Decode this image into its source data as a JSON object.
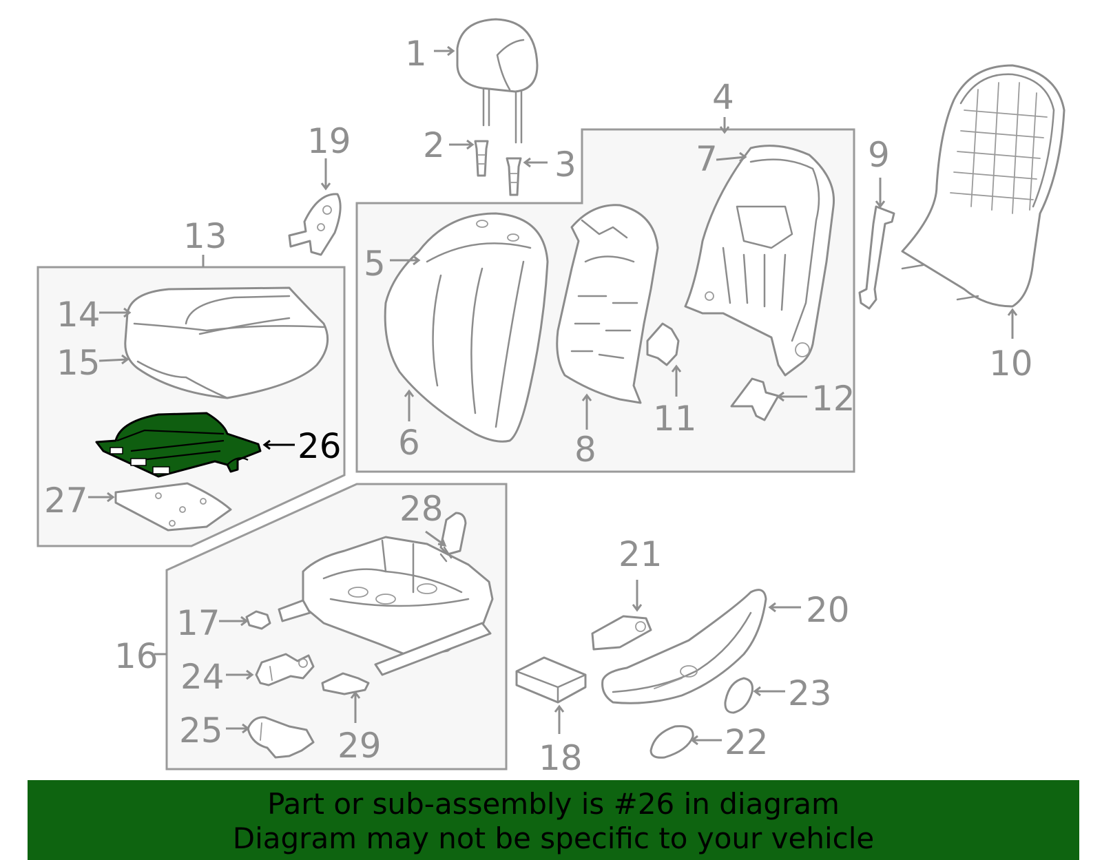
{
  "diagram": {
    "highlight_color": "#0e6410",
    "callouts": [
      {
        "id": "1",
        "label": "1"
      },
      {
        "id": "2",
        "label": "2"
      },
      {
        "id": "3",
        "label": "3"
      },
      {
        "id": "4",
        "label": "4"
      },
      {
        "id": "5",
        "label": "5"
      },
      {
        "id": "6",
        "label": "6"
      },
      {
        "id": "7",
        "label": "7"
      },
      {
        "id": "8",
        "label": "8"
      },
      {
        "id": "9",
        "label": "9"
      },
      {
        "id": "10",
        "label": "10"
      },
      {
        "id": "11",
        "label": "11"
      },
      {
        "id": "12",
        "label": "12"
      },
      {
        "id": "13",
        "label": "13"
      },
      {
        "id": "14",
        "label": "14"
      },
      {
        "id": "15",
        "label": "15"
      },
      {
        "id": "16",
        "label": "16"
      },
      {
        "id": "17",
        "label": "17"
      },
      {
        "id": "18",
        "label": "18"
      },
      {
        "id": "19",
        "label": "19"
      },
      {
        "id": "20",
        "label": "20"
      },
      {
        "id": "21",
        "label": "21"
      },
      {
        "id": "22",
        "label": "22"
      },
      {
        "id": "23",
        "label": "23"
      },
      {
        "id": "24",
        "label": "24"
      },
      {
        "id": "25",
        "label": "25"
      },
      {
        "id": "26",
        "label": "26",
        "highlighted": true
      },
      {
        "id": "27",
        "label": "27"
      },
      {
        "id": "28",
        "label": "28"
      },
      {
        "id": "29",
        "label": "29"
      }
    ]
  },
  "banner": {
    "line1": "Part or sub-assembly is #26 in diagram",
    "line2": "Diagram may not be specific to your vehicle"
  }
}
